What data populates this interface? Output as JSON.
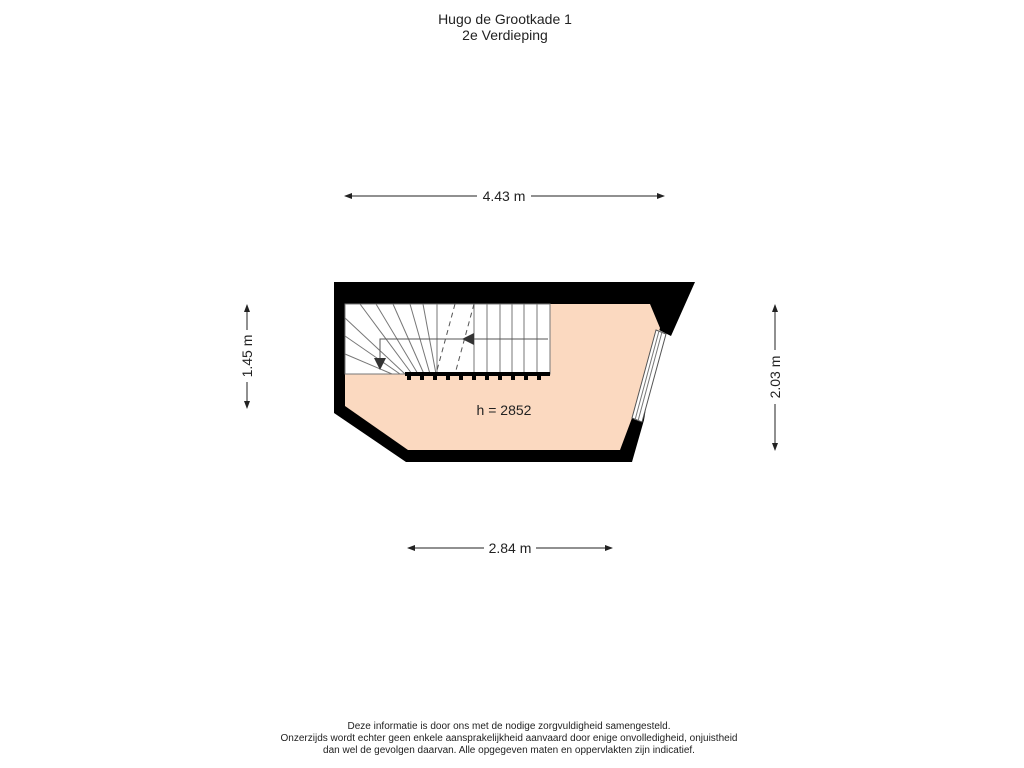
{
  "header": {
    "address": "Hugo de Grootkade 1",
    "floor": "2e Verdieping"
  },
  "dimensions": {
    "top_width": "4.43 m",
    "bottom_width": "2.84 m",
    "left_height": "1.45 m",
    "right_height": "2.03 m"
  },
  "room": {
    "height_label": "h = 2852",
    "floor_color": "#fbd9c0",
    "wall_color": "#000000"
  },
  "disclaimer": {
    "line1": "Deze informatie is door ons met de nodige zorgvuldigheid samengesteld.",
    "line2": "Onzerzijds wordt echter geen enkele aansprakelijkheid aanvaard door enige onvolledigheid, onjuistheid",
    "line3": "dan wel de gevolgen daarvan. Alle opgegeven maten en oppervlakten zijn indicatief."
  }
}
